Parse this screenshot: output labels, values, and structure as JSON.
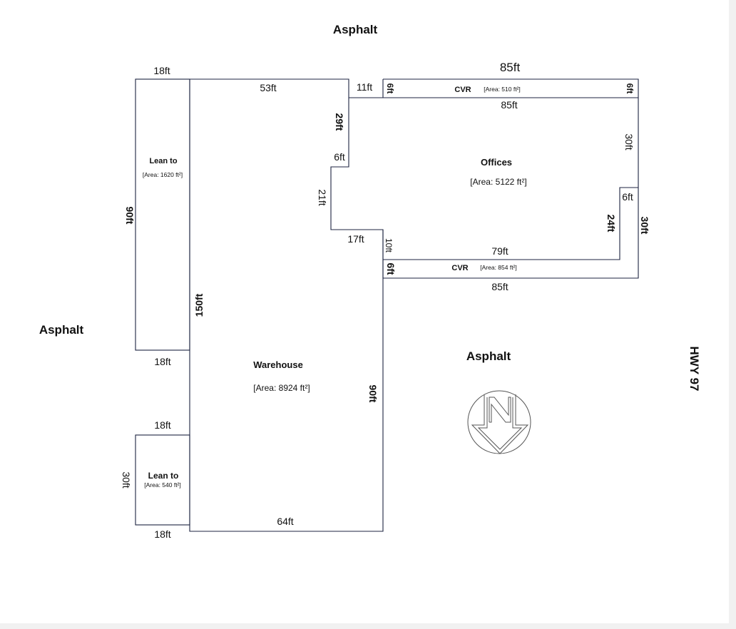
{
  "surroundings": {
    "top": "Asphalt",
    "left": "Asphalt",
    "right": "Asphalt",
    "highway": "HWY 97"
  },
  "rooms": {
    "lean_to_upper": {
      "name": "Lean to",
      "area": "[Area: 1620 ft²]"
    },
    "lean_to_lower": {
      "name": "Lean to",
      "area": "[Area: 540 ft²]"
    },
    "warehouse": {
      "name": "Warehouse",
      "area": "[Area: 8924 ft²]"
    },
    "offices": {
      "name": "Offices",
      "area": "[Area: 5122 ft²]"
    },
    "cvr_top": {
      "name": "CVR",
      "area": "[Area: 510 ft²]"
    },
    "cvr_bottom": {
      "name": "CVR",
      "area": "[Area: 854 ft²]"
    }
  },
  "dimensions": {
    "d_18_top": "18ft",
    "d_53": "53ft",
    "d_11": "11ft",
    "d_85_top": "85ft",
    "d_cvr_left": "6ft",
    "d_cvr_right": "6ft",
    "d_85_office_top": "85ft",
    "d_29": "29ft",
    "d_6_step": "6ft",
    "d_21": "21ft",
    "d_17": "17ft",
    "d_10": "10ft",
    "d_6_cvr_bottom": "6ft",
    "d_79": "79ft",
    "d_85_bottom": "85ft",
    "d_30_right_upper": "30ft",
    "d_6_right": "6ft",
    "d_24": "24ft",
    "d_30_right_outer": "30ft",
    "d_90_left": "90ft",
    "d_150": "150ft",
    "d_18_mid": "18ft",
    "d_90_warehouse": "90ft",
    "d_18_lower_top": "18ft",
    "d_30_left": "30ft",
    "d_64": "64ft",
    "d_18_bottom": "18ft"
  },
  "compass": {
    "icon": "north-arrow-icon"
  }
}
